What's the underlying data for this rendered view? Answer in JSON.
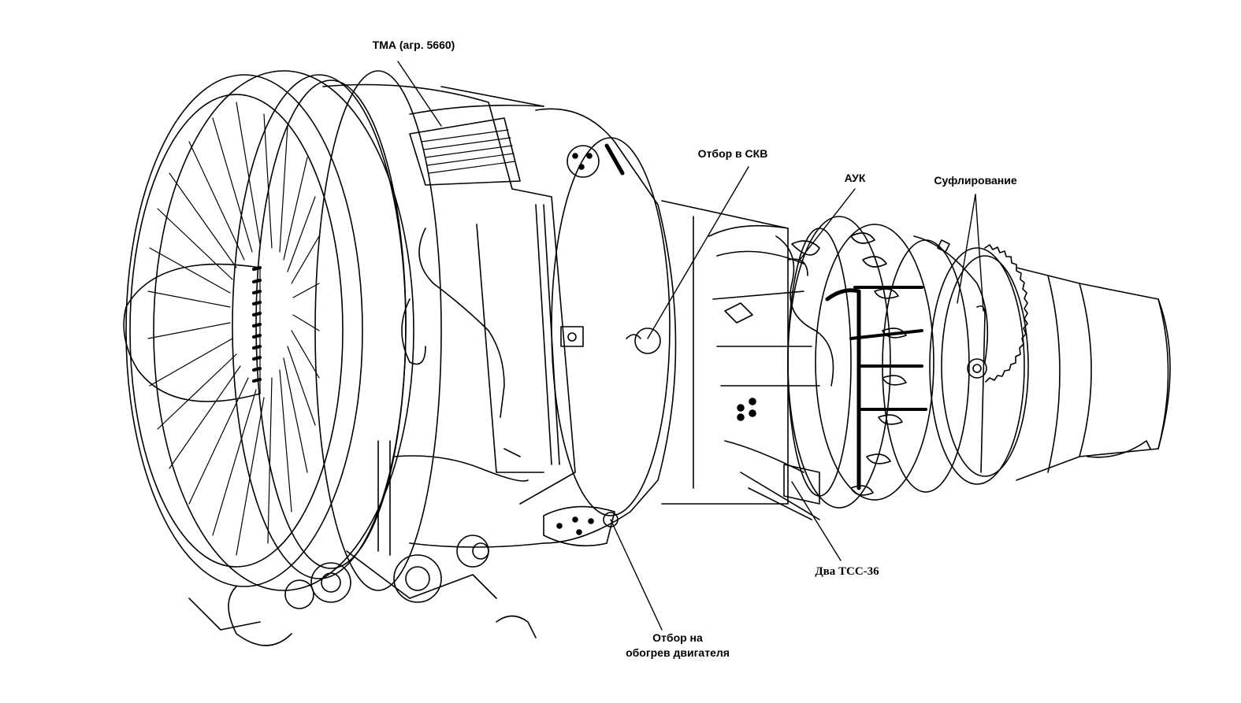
{
  "labels": {
    "tma": "ТМА (агр.  5660)",
    "skv": "Отбор в СКВ",
    "auk": "АУК",
    "suflirovanie": "Суфлирование",
    "tss": "Два ТСС-36",
    "heat_line1": "Отбор на",
    "heat_line2": "обогрев двигателя"
  },
  "colors": {
    "ink": "#000000",
    "paper": "#ffffff"
  }
}
